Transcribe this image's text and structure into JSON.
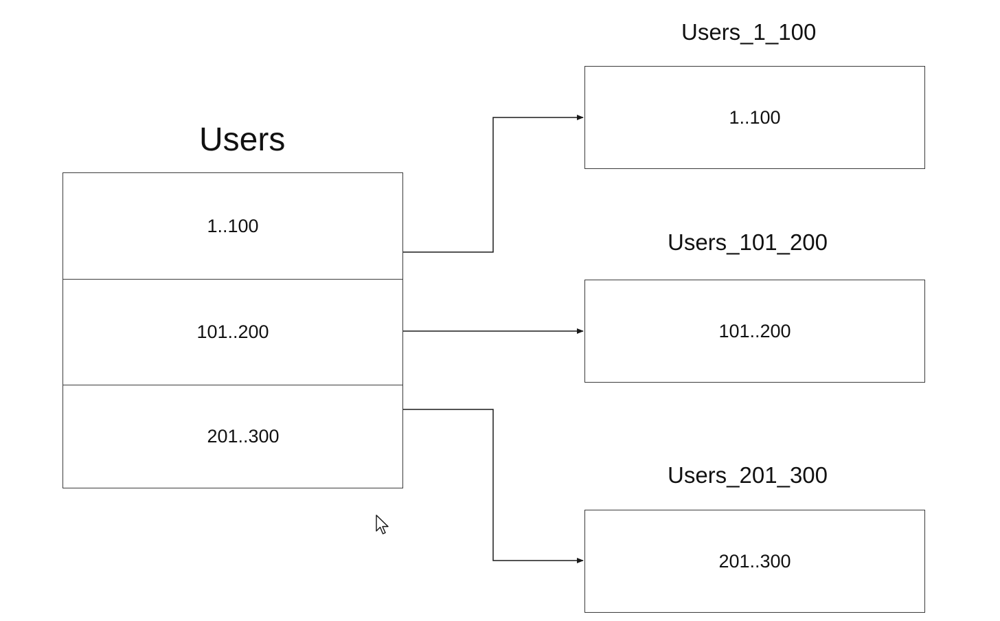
{
  "source_table": {
    "title": "Users",
    "rows": [
      {
        "label": "1..100"
      },
      {
        "label": "101..200"
      },
      {
        "label": "201..300"
      }
    ]
  },
  "partitions": [
    {
      "title": "Users_1_100",
      "range": "1..100"
    },
    {
      "title": "Users_101_200",
      "range": "101..200"
    },
    {
      "title": "Users_201_300",
      "range": "201..300"
    }
  ],
  "icons": {
    "cursor": "mouse-pointer-icon",
    "arrow": "arrowhead-icon"
  },
  "colors": {
    "line": "#1a1a1a",
    "border": "#3a3a3a",
    "background": "#ffffff"
  }
}
